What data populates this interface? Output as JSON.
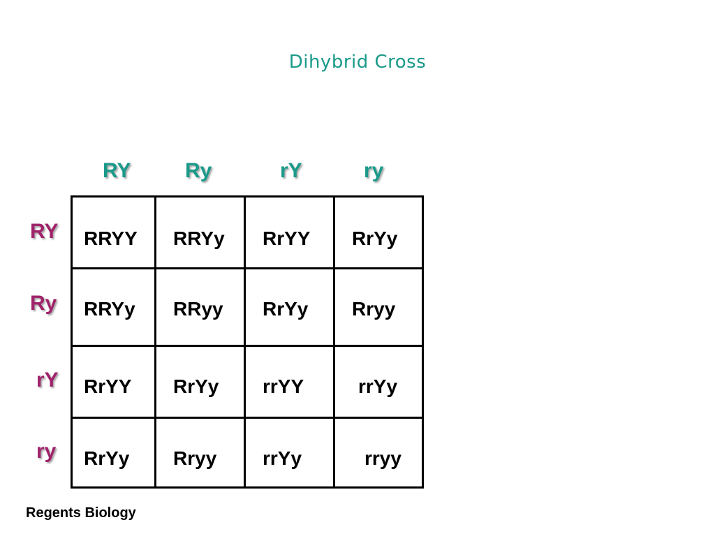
{
  "title": "Dihybrid Cross",
  "column_gametes": [
    "RY",
    "Ry",
    "rY",
    "ry"
  ],
  "row_gametes": [
    "RY",
    "Ry",
    "rY",
    "ry"
  ],
  "cells": [
    [
      "RRYY",
      "RRYy",
      "RrYY",
      "RrYy"
    ],
    [
      "RRYy",
      "RRyy",
      "RrYy",
      "Rryy"
    ],
    [
      "RrYY",
      "RrYy",
      "rrYY",
      "rrYy"
    ],
    [
      "RrYy",
      "Rryy",
      "rrYy",
      "rryy"
    ]
  ],
  "footer": "Regents Biology",
  "colors": {
    "title": "#1a9a8a",
    "column_gamete": "#1a9a8a",
    "row_gamete": "#a0226a"
  }
}
